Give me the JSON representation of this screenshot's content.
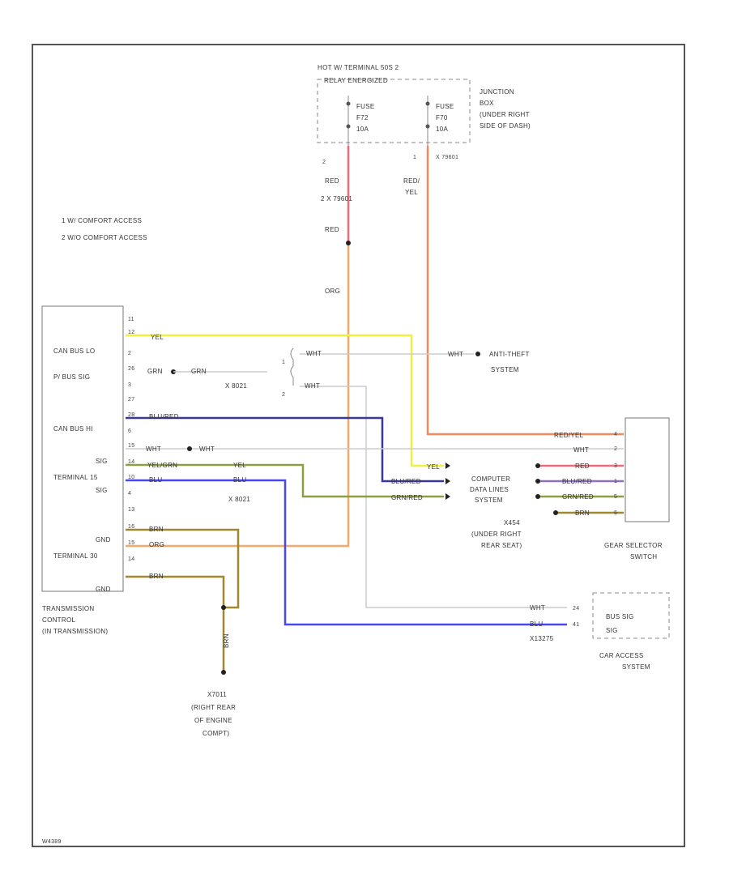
{
  "colors": {
    "red": "#f06a7a",
    "red_yel": "#f08a5a",
    "orange": "#f5a868",
    "yellow": "#f0f040",
    "wht": "#cccccc",
    "blu_red": "#3838a0",
    "yel_grn": "#b8d848",
    "grn_red": "#8ca040",
    "blu": "#4848f0",
    "brn": "#a08830",
    "blu_wht": "#9070c0",
    "black": "#222222"
  },
  "header": {
    "hot_label_1": "HOT W/ TERMINAL 50S 2",
    "hot_label_2": "RELAY ENERGIZED",
    "fuse_left": [
      "FUSE",
      "F72",
      "10A"
    ],
    "fuse_right": [
      "FUSE",
      "F70",
      "10A"
    ],
    "junction_box": [
      "JUNCTION",
      "BOX",
      "(UNDER RIGHT",
      "SIDE OF DASH)"
    ],
    "pin_left": "2",
    "pin_right": "1",
    "conn_right": "X 79601"
  },
  "legend": {
    "item1": "1   W/ COMFORT ACCESS",
    "item2": "2   W/O COMFORT ACCESS"
  },
  "wires": {
    "red_upper": "RED",
    "conn_mid": "2   X 79601",
    "red_lower": "RED",
    "org": "ORG",
    "red_yel_a": "RED/",
    "red_yel_b": "YEL",
    "yel": "YEL",
    "grn": "GRN",
    "grn2": "GRN",
    "wht_conn": "X 8021",
    "wht_to_anti": "WHT",
    "wht_branch2": "WHT",
    "wht_anti_end": "WHT",
    "blu_red": "BLU/RED",
    "wht_row": "WHT",
    "wht_row2": "WHT",
    "yel_grn": "YEL/GRN",
    "yel_grn2": "YEL",
    "blu": "BLU",
    "blu2": "BLU",
    "conn_x8021b": "X 8021",
    "brn1": "BRN",
    "org2": "ORG",
    "brn2": "BRN",
    "brn_vert": "BRN",
    "yel_right": "YEL",
    "blu_red_right": "BLU/RED",
    "grn_red_right": "GRN/RED",
    "red_yel_right": "RED/YEL",
    "wht_right": "WHT",
    "red_right": "RED",
    "blu_red_r2": "BLU/RED",
    "grn_red_r2": "GRN/RED",
    "brn_right": "BRN",
    "wht_car": "WHT",
    "blu_car": "BLU",
    "conn_car": "X13275"
  },
  "transmission": {
    "labels": [
      "CAN BUS LO",
      "P/ BUS SIG",
      "CAN BUS HI",
      "SIG",
      "TERMINAL 15",
      "SIG",
      "GND",
      "TERMINAL 30",
      "GND"
    ],
    "pins": [
      "11",
      "12",
      "2",
      "26",
      "3",
      "27",
      "28",
      "6",
      "15",
      "14",
      "10",
      "4",
      "13",
      "16",
      "15",
      "14"
    ],
    "name": [
      "TRANSMISSION",
      "CONTROL",
      "(IN TRANSMISSION)"
    ]
  },
  "anti_theft": [
    "ANTI-THEFT",
    "SYSTEM"
  ],
  "computer_data": [
    "COMPUTER",
    "DATA LINES",
    "SYSTEM"
  ],
  "x454": [
    "X454",
    "(UNDER RIGHT",
    "REAR SEAT)"
  ],
  "gear_selector": {
    "pins": [
      "4",
      "2",
      "3",
      "1",
      "5",
      "6"
    ],
    "name": [
      "GEAR SELECTOR",
      "SWITCH"
    ]
  },
  "car_access": {
    "box_label_1": "BUS SIG",
    "box_label_2": "SIG",
    "pins": [
      "24",
      "41"
    ],
    "name": [
      "CAR ACCESS",
      "SYSTEM"
    ]
  },
  "ground": [
    "X7011",
    "(RIGHT REAR",
    "OF ENGINE",
    "COMPT)"
  ],
  "splice_pins": [
    "1",
    "2"
  ],
  "footer_code": "W4389"
}
